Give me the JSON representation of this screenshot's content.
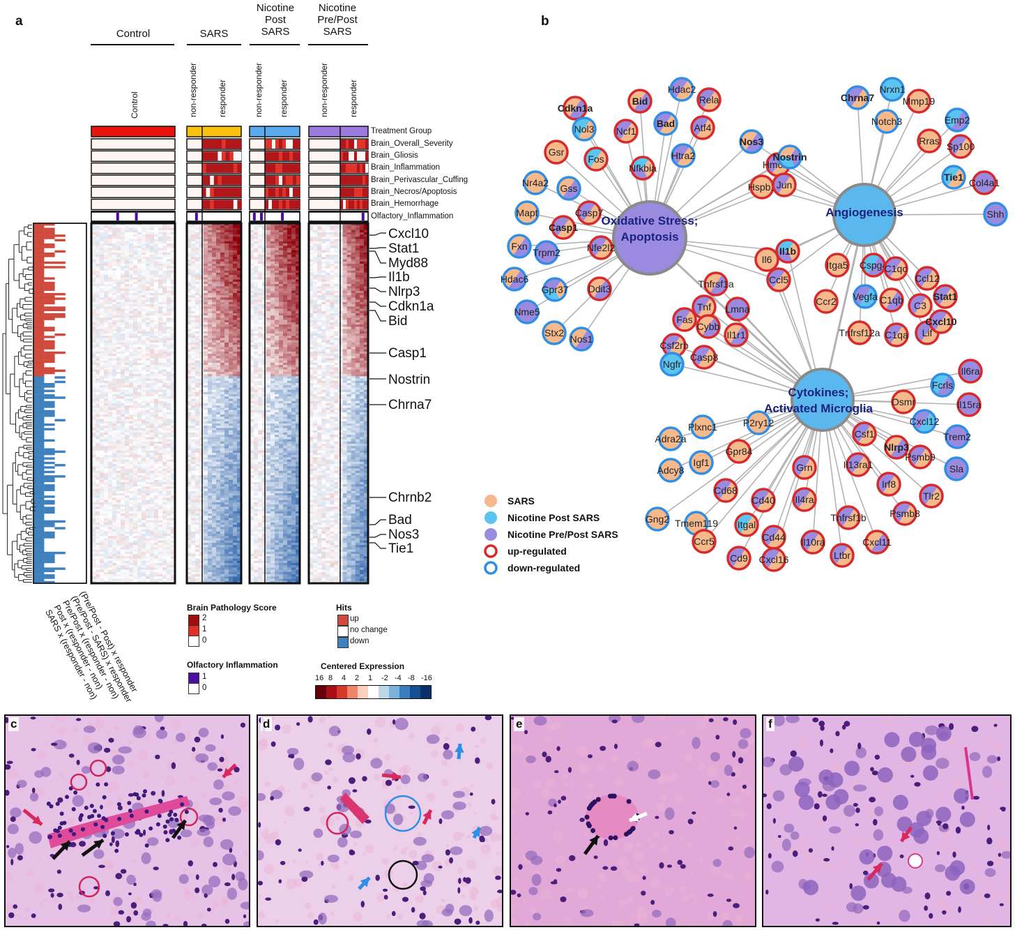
{
  "panels": {
    "a": "a",
    "b": "b",
    "c": "c",
    "d": "d",
    "e": "e",
    "f": "f"
  },
  "heatmap": {
    "groups": [
      {
        "title": "Control",
        "sub": [
          "Control"
        ]
      },
      {
        "title": "SARS",
        "sub": [
          "non-responder",
          "responder"
        ]
      },
      {
        "title": "Nicotine\nPost\nSARS",
        "sub": [
          "non-responder",
          "responder"
        ]
      },
      {
        "title": "Nicotine\nPre/Post\nSARS",
        "sub": [
          "non-responder",
          "responder"
        ]
      }
    ],
    "annotation_rows": [
      "Treatment Group",
      "Brain_Overall_Severity",
      "Brain_Gliosis",
      "Brain_Inflammation",
      "Brain_Perivascular_Cuffing",
      "Brain_Necros/Apoptosis",
      "Brain_Hemorrhage",
      "Olfactory_Inflammation"
    ],
    "treatment_colors": [
      "#e8140c",
      "#fbc20d",
      "#5aaaf0",
      "#9b7ae0"
    ],
    "genes": [
      "Cxcl10",
      "Stat1",
      "Myd88",
      "Il1b",
      "Nlrp3",
      "Cdkn1a",
      "Bid",
      "Casp1",
      "Nostrin",
      "Chrna7",
      "Chrnb2",
      "Bad",
      "Nos3",
      "Tie1"
    ],
    "hit_columns": [
      "SARS x (responder - non)",
      "Post x (responder - non)",
      "Pre/Post x (responder - non)",
      "(Pre/Post - SARS) x responder",
      "(Pre/Post - Post) x responder"
    ]
  },
  "legends": {
    "pathology": {
      "title": "Brain Pathology Score",
      "levels": [
        "2",
        "1",
        "0"
      ],
      "colors": [
        "#9e0e0e",
        "#e03126",
        "#ffffff"
      ]
    },
    "olfactory": {
      "title": "Olfactory Inflammation",
      "levels": [
        "1",
        "0"
      ],
      "colors": [
        "#4a0fa0",
        "#ffffff"
      ]
    },
    "hits": {
      "title": "Hits",
      "levels": [
        "up",
        "no change",
        "down"
      ],
      "colors": [
        "#cf4a3d",
        "#ffffff",
        "#3e81bd"
      ]
    },
    "expression": {
      "title": "Centered Expression",
      "ticks": [
        "16",
        "8",
        "4",
        "2",
        "1",
        "-2",
        "-4",
        "-8",
        "-16"
      ],
      "colors": [
        "#67000d",
        "#a50f15",
        "#d6392b",
        "#f08466",
        "#fcd0bc",
        "#ffffff",
        "#bcd6ea",
        "#7fb2d8",
        "#3a7fbc",
        "#154f92",
        "#08306b"
      ]
    }
  },
  "network": {
    "hubs": [
      {
        "label1": "Oxidative Stress;",
        "label2": "Apoptosis",
        "color": "#9a8ae0"
      },
      {
        "label1": "Angiogenesis",
        "label2": "",
        "color": "#5bb8ee"
      },
      {
        "label1": "Cytokines;",
        "label2": "Activated Microglia",
        "color": "#5bb8ee"
      }
    ],
    "nodes": [
      {
        "label": "Cdkn1a",
        "bold": true,
        "ring": "up",
        "fill": [
          "p",
          "o"
        ]
      },
      {
        "label": "Bid",
        "bold": true,
        "ring": "up",
        "fill": [
          "p",
          "o"
        ]
      },
      {
        "label": "Hdac2",
        "bold": false,
        "ring": "down",
        "fill": [
          "o",
          "p"
        ]
      },
      {
        "label": "Rela",
        "bold": false,
        "ring": "up",
        "fill": [
          "o",
          "p"
        ]
      },
      {
        "label": "Nol3",
        "bold": false,
        "ring": "down",
        "fill": [
          "o",
          "b"
        ]
      },
      {
        "label": "Ncf1",
        "bold": false,
        "ring": "up",
        "fill": [
          "o",
          "p"
        ]
      },
      {
        "label": "Bad",
        "bold": true,
        "ring": "down",
        "fill": [
          "o",
          "p"
        ]
      },
      {
        "label": "Atf4",
        "bold": false,
        "ring": "up",
        "fill": [
          "o",
          "p"
        ]
      },
      {
        "label": "Gsr",
        "bold": false,
        "ring": "up",
        "fill": [
          "o"
        ]
      },
      {
        "label": "Fos",
        "bold": false,
        "ring": "up",
        "fill": [
          "o",
          "b"
        ]
      },
      {
        "label": "Nfkbia",
        "bold": false,
        "ring": "up",
        "fill": [
          "o",
          "p",
          "b"
        ]
      },
      {
        "label": "Htra2",
        "bold": false,
        "ring": "down",
        "fill": [
          "o",
          "p"
        ]
      },
      {
        "label": "Nr4a2",
        "bold": false,
        "ring": "down",
        "fill": [
          "o"
        ]
      },
      {
        "label": "Gss",
        "bold": false,
        "ring": "down",
        "fill": [
          "p",
          "o"
        ]
      },
      {
        "label": "Casp7",
        "bold": false,
        "ring": "up",
        "fill": [
          "o",
          "p"
        ]
      },
      {
        "label": "Mapt",
        "bold": false,
        "ring": "down",
        "fill": [
          "o"
        ]
      },
      {
        "label": "Casp1",
        "bold": true,
        "ring": "up",
        "fill": [
          "o",
          "p"
        ]
      },
      {
        "label": "Fxn",
        "bold": false,
        "ring": "down",
        "fill": [
          "p",
          "o"
        ]
      },
      {
        "label": "Trpm2",
        "bold": false,
        "ring": "down",
        "fill": [
          "p"
        ]
      },
      {
        "label": "Nfe2l2",
        "bold": false,
        "ring": "up",
        "fill": [
          "o",
          "p"
        ]
      },
      {
        "label": "Hdac6",
        "bold": false,
        "ring": "down",
        "fill": [
          "p",
          "o"
        ]
      },
      {
        "label": "Gpr37",
        "bold": false,
        "ring": "down",
        "fill": [
          "o",
          "b",
          "p"
        ]
      },
      {
        "label": "Ddit3",
        "bold": false,
        "ring": "up",
        "fill": [
          "p",
          "o"
        ]
      },
      {
        "label": "Nme5",
        "bold": false,
        "ring": "down",
        "fill": [
          "p"
        ]
      },
      {
        "label": "Stx2",
        "bold": false,
        "ring": "down",
        "fill": [
          "o"
        ]
      },
      {
        "label": "Nos1",
        "bold": false,
        "ring": "down",
        "fill": [
          "p",
          "o"
        ]
      },
      {
        "label": "Nos3",
        "bold": true,
        "ring": "down",
        "fill": [
          "p",
          "o"
        ]
      },
      {
        "label": "Hmox1",
        "bold": false,
        "ring": "up",
        "fill": [
          "o",
          "p"
        ]
      },
      {
        "label": "Nostrin",
        "bold": true,
        "ring": "down",
        "fill": [
          "p",
          "b",
          "o"
        ]
      },
      {
        "label": "Hspb1",
        "bold": false,
        "ring": "up",
        "fill": [
          "o"
        ]
      },
      {
        "label": "Jun",
        "bold": false,
        "ring": "up",
        "fill": [
          "o",
          "p"
        ]
      },
      {
        "label": "Il6",
        "bold": false,
        "ring": "up",
        "fill": [
          "o"
        ]
      },
      {
        "label": "Il1b",
        "bold": true,
        "ring": "up",
        "fill": [
          "o",
          "p",
          "b"
        ]
      },
      {
        "label": "Ccl5",
        "bold": false,
        "ring": "up",
        "fill": [
          "o",
          "p"
        ]
      },
      {
        "label": "Chrna7",
        "bold": true,
        "ring": "down",
        "fill": [
          "o",
          "p"
        ]
      },
      {
        "label": "Nrxn1",
        "bold": false,
        "ring": "down",
        "fill": [
          "b"
        ]
      },
      {
        "label": "Mmp19",
        "bold": false,
        "ring": "up",
        "fill": [
          "o"
        ]
      },
      {
        "label": "Notch3",
        "bold": false,
        "ring": "down",
        "fill": [
          "o"
        ]
      },
      {
        "label": "Emp2",
        "bold": false,
        "ring": "down",
        "fill": [
          "p",
          "b"
        ]
      },
      {
        "label": "Rras",
        "bold": false,
        "ring": "up",
        "fill": [
          "o"
        ]
      },
      {
        "label": "Sp100",
        "bold": false,
        "ring": "up",
        "fill": [
          "o",
          "p"
        ]
      },
      {
        "label": "Tie1",
        "bold": true,
        "ring": "down",
        "fill": [
          "o",
          "b"
        ]
      },
      {
        "label": "Col4a1",
        "bold": false,
        "ring": "up",
        "fill": [
          "p"
        ]
      },
      {
        "label": "Shh",
        "bold": false,
        "ring": "down",
        "fill": [
          "p"
        ]
      },
      {
        "label": "Itga5",
        "bold": false,
        "ring": "up",
        "fill": [
          "o"
        ]
      },
      {
        "label": "Cspg4",
        "bold": false,
        "ring": "up",
        "fill": [
          "p",
          "b"
        ]
      },
      {
        "label": "C1qc",
        "bold": false,
        "ring": "up",
        "fill": [
          "o",
          "p"
        ]
      },
      {
        "label": "Ccl12",
        "bold": false,
        "ring": "up",
        "fill": [
          "o",
          "p"
        ]
      },
      {
        "label": "Ccr2",
        "bold": false,
        "ring": "up",
        "fill": [
          "o"
        ]
      },
      {
        "label": "Vegfa",
        "bold": false,
        "ring": "down",
        "fill": [
          "b",
          "p"
        ]
      },
      {
        "label": "C1qb",
        "bold": false,
        "ring": "up",
        "fill": [
          "p",
          "o"
        ]
      },
      {
        "label": "C3",
        "bold": false,
        "ring": "up",
        "fill": [
          "o",
          "p"
        ]
      },
      {
        "label": "Stat1",
        "bold": true,
        "ring": "up",
        "fill": [
          "o",
          "p"
        ]
      },
      {
        "label": "Tnfrsf12a",
        "bold": false,
        "ring": "up",
        "fill": [
          "o"
        ]
      },
      {
        "label": "C1qa",
        "bold": false,
        "ring": "up",
        "fill": [
          "o",
          "p"
        ]
      },
      {
        "label": "Lif",
        "bold": false,
        "ring": "up",
        "fill": [
          "o",
          "p"
        ]
      },
      {
        "label": "Cxcl10",
        "bold": true,
        "ring": "up",
        "fill": [
          "o",
          "p"
        ]
      },
      {
        "label": "Tnfrsf1a",
        "bold": false,
        "ring": "up",
        "fill": [
          "p",
          "o"
        ]
      },
      {
        "label": "Tnf",
        "bold": false,
        "ring": "up",
        "fill": [
          "o",
          "p"
        ]
      },
      {
        "label": "Lmna",
        "bold": false,
        "ring": "up",
        "fill": [
          "p"
        ]
      },
      {
        "label": "Fas",
        "bold": false,
        "ring": "up",
        "fill": [
          "o",
          "p"
        ]
      },
      {
        "label": "Cybb",
        "bold": false,
        "ring": "up",
        "fill": [
          "p",
          "o"
        ]
      },
      {
        "label": "Il1r1",
        "bold": false,
        "ring": "up",
        "fill": [
          "p",
          "o"
        ]
      },
      {
        "label": "Csf2rb",
        "bold": false,
        "ring": "up",
        "fill": [
          "o",
          "p"
        ]
      },
      {
        "label": "Casp8",
        "bold": false,
        "ring": "up",
        "fill": [
          "o",
          "p"
        ]
      },
      {
        "label": "Ngfr",
        "bold": false,
        "ring": "down",
        "fill": [
          "b"
        ]
      },
      {
        "label": "Il6ra",
        "bold": false,
        "ring": "up",
        "fill": [
          "p"
        ]
      },
      {
        "label": "Fcrls",
        "bold": false,
        "ring": "down",
        "fill": [
          "p",
          "b"
        ]
      },
      {
        "label": "Osmr",
        "bold": false,
        "ring": "up",
        "fill": [
          "o"
        ]
      },
      {
        "label": "Il15ra",
        "bold": false,
        "ring": "up",
        "fill": [
          "p"
        ]
      },
      {
        "label": "Cxcl12",
        "bold": false,
        "ring": "down",
        "fill": [
          "b",
          "p"
        ]
      },
      {
        "label": "Trem2",
        "bold": false,
        "ring": "down",
        "fill": [
          "p"
        ]
      },
      {
        "label": "Csf1",
        "bold": false,
        "ring": "up",
        "fill": [
          "o",
          "p"
        ]
      },
      {
        "label": "Nlrp3",
        "bold": true,
        "ring": "up",
        "fill": [
          "p",
          "o"
        ]
      },
      {
        "label": "Psmb9",
        "bold": false,
        "ring": "up",
        "fill": [
          "o",
          "p"
        ]
      },
      {
        "label": "Sla",
        "bold": false,
        "ring": "down",
        "fill": [
          "p"
        ]
      },
      {
        "label": "P2ry12",
        "bold": false,
        "ring": "down",
        "fill": [
          "o"
        ]
      },
      {
        "label": "Plxnc1",
        "bold": false,
        "ring": "down",
        "fill": [
          "o"
        ]
      },
      {
        "label": "Adra2a",
        "bold": false,
        "ring": "down",
        "fill": [
          "o"
        ]
      },
      {
        "label": "Gpr84",
        "bold": false,
        "ring": "up",
        "fill": [
          "o"
        ]
      },
      {
        "label": "Igf1",
        "bold": false,
        "ring": "down",
        "fill": [
          "o"
        ]
      },
      {
        "label": "Adcy8",
        "bold": false,
        "ring": "down",
        "fill": [
          "o"
        ]
      },
      {
        "label": "Grn",
        "bold": false,
        "ring": "up",
        "fill": [
          "o",
          "p"
        ]
      },
      {
        "label": "Il13ra1",
        "bold": false,
        "ring": "up",
        "fill": [
          "o",
          "p"
        ]
      },
      {
        "label": "Irf8",
        "bold": false,
        "ring": "up",
        "fill": [
          "o",
          "p"
        ]
      },
      {
        "label": "Tlr2",
        "bold": false,
        "ring": "up",
        "fill": [
          "o",
          "p"
        ]
      },
      {
        "label": "Cd68",
        "bold": false,
        "ring": "up",
        "fill": [
          "o",
          "p"
        ]
      },
      {
        "label": "Cd40",
        "bold": false,
        "ring": "up",
        "fill": [
          "o",
          "p"
        ]
      },
      {
        "label": "Gng2",
        "bold": false,
        "ring": "down",
        "fill": [
          "o"
        ]
      },
      {
        "label": "Tmem119",
        "bold": false,
        "ring": "down",
        "fill": [
          "o"
        ]
      },
      {
        "label": "Itgal",
        "bold": false,
        "ring": "up",
        "fill": [
          "o",
          "b"
        ]
      },
      {
        "label": "Il4ra",
        "bold": false,
        "ring": "up",
        "fill": [
          "o",
          "p"
        ]
      },
      {
        "label": "Tnfrsf1b",
        "bold": false,
        "ring": "up",
        "fill": [
          "o",
          "p"
        ]
      },
      {
        "label": "Psmb8",
        "bold": false,
        "ring": "up",
        "fill": [
          "o",
          "p"
        ]
      },
      {
        "label": "Cd44",
        "bold": false,
        "ring": "up",
        "fill": [
          "o",
          "p"
        ]
      },
      {
        "label": "Ccr5",
        "bold": false,
        "ring": "up",
        "fill": [
          "o"
        ]
      },
      {
        "label": "Cd9",
        "bold": false,
        "ring": "up",
        "fill": [
          "o",
          "p"
        ]
      },
      {
        "label": "Cxcl16",
        "bold": false,
        "ring": "up",
        "fill": [
          "o",
          "p"
        ]
      },
      {
        "label": "Il10ra",
        "bold": false,
        "ring": "up",
        "fill": [
          "o",
          "p"
        ]
      },
      {
        "label": "Ltbr",
        "bold": false,
        "ring": "up",
        "fill": [
          "o",
          "p"
        ]
      },
      {
        "label": "Cxcl11",
        "bold": false,
        "ring": "up",
        "fill": [
          "p",
          "o"
        ]
      }
    ],
    "legend": [
      {
        "label": "SARS",
        "kind": "fill",
        "color": "#f5b98c"
      },
      {
        "label": "Nicotine Post SARS",
        "kind": "fill",
        "color": "#5bc4f0"
      },
      {
        "label": "Nicotine Pre/Post SARS",
        "kind": "fill",
        "color": "#9a8ae0"
      },
      {
        "label": "up-regulated",
        "kind": "ring",
        "color": "#d82a2a"
      },
      {
        "label": "down-regulated",
        "kind": "ring",
        "color": "#2f8ee6"
      }
    ],
    "colors": {
      "o": "#f5b98c",
      "b": "#5bc4f0",
      "p": "#9a8ae0",
      "up": "#d82a2a",
      "down": "#2f8ee6",
      "edge": "#b3b3b3",
      "hub_text": "#1a237e"
    }
  }
}
